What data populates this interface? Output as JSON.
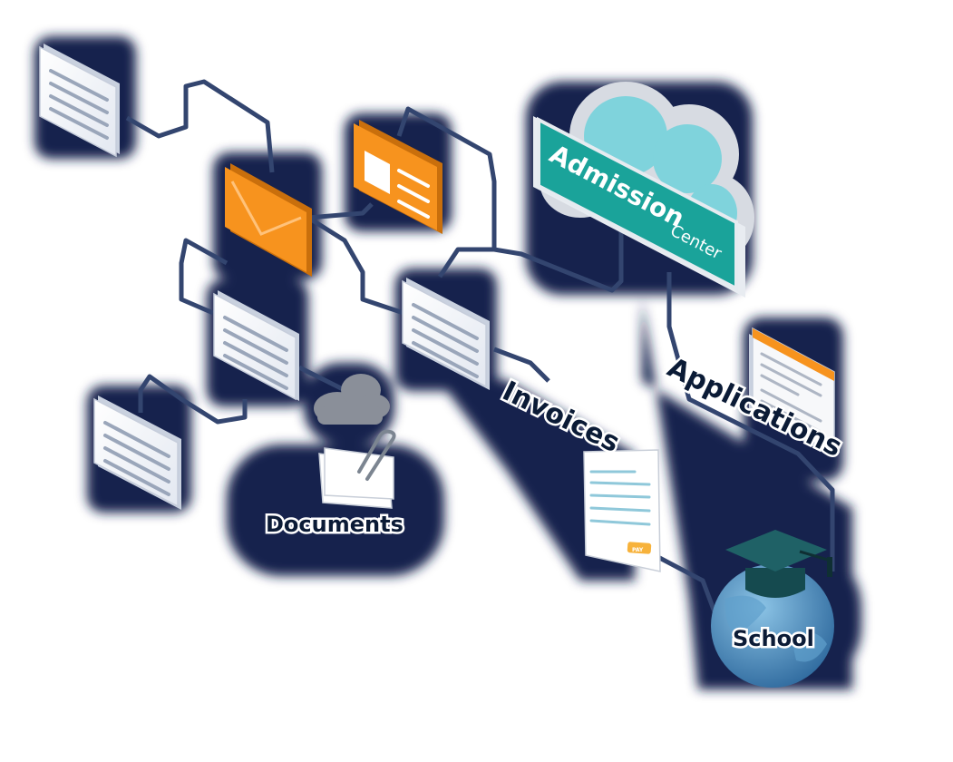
{
  "labels": {
    "sign_title": "Admission",
    "sign_subtitle": "Center",
    "applications": "Applications",
    "invoices": "Invoices",
    "documents": "Documents",
    "school": "School",
    "pay_button": "PAY"
  },
  "colors": {
    "background": "#ffffff",
    "navy_halo": "#15244e",
    "wire": "#33456f",
    "orange": "#f7931e",
    "orange_dark": "#c96f0c",
    "sign_teal": "#1aa39a",
    "cloud_teal": "#7fd3dc",
    "card_face": "#f3f6fb",
    "card_line": "#9aa6ba",
    "globe": "#3f7fb0",
    "cap": "#1f6166"
  },
  "icons": [
    "document-icon",
    "envelope-icon",
    "id-card-icon",
    "cloud-icon",
    "paperclip-icon",
    "invoice-icon",
    "application-form-icon",
    "graduation-cap-icon",
    "globe-icon"
  ]
}
